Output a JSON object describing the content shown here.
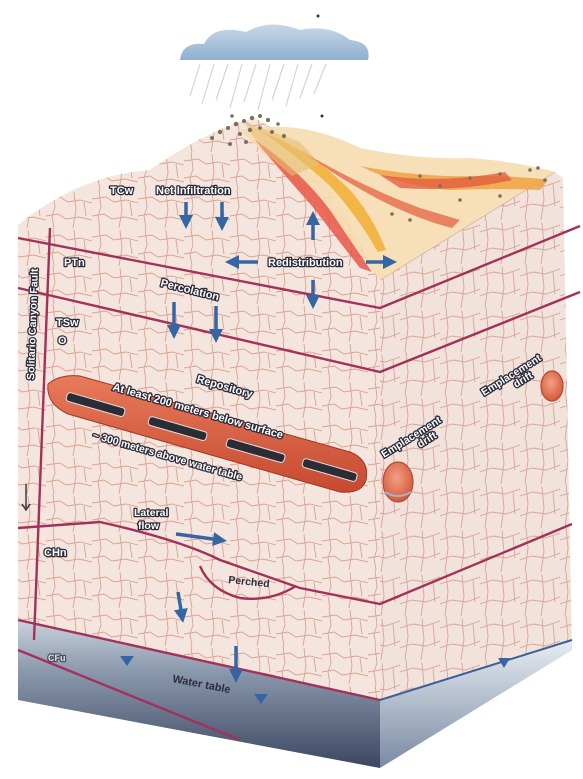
{
  "units": {
    "tcw": "TCw",
    "ptn": "PTn",
    "tsw": "TSw",
    "tsw_sub": "O",
    "chn": "CHn",
    "cfu": "CFu"
  },
  "fault": {
    "label": "Solitario Canyon Fault"
  },
  "processes": {
    "net_infiltration": "Net Infiltration",
    "redistribution": "Redistribution",
    "percolation": "Percolation",
    "lateral_flow_1": "Lateral",
    "lateral_flow_2": "flow",
    "perched": "Perched",
    "water_table": "Water table"
  },
  "repository": {
    "title": "Repository",
    "depth_note": "At least 200 meters below surface",
    "height_note": "~ 300 meters above water table"
  },
  "drifts": {
    "drift_front_1": "Emplacement",
    "drift_front_2": "drift",
    "drift_back_1": "Emplacement",
    "drift_back_2": "drift"
  },
  "colors": {
    "background": "#ffffff",
    "rock": "#f4e6de",
    "fracture": "#d99a86",
    "contact_line": "#a3315a",
    "arrow": "#3566a3",
    "repository": "#d8583e",
    "water": "#51607a",
    "cloud": "#a4bed6"
  }
}
